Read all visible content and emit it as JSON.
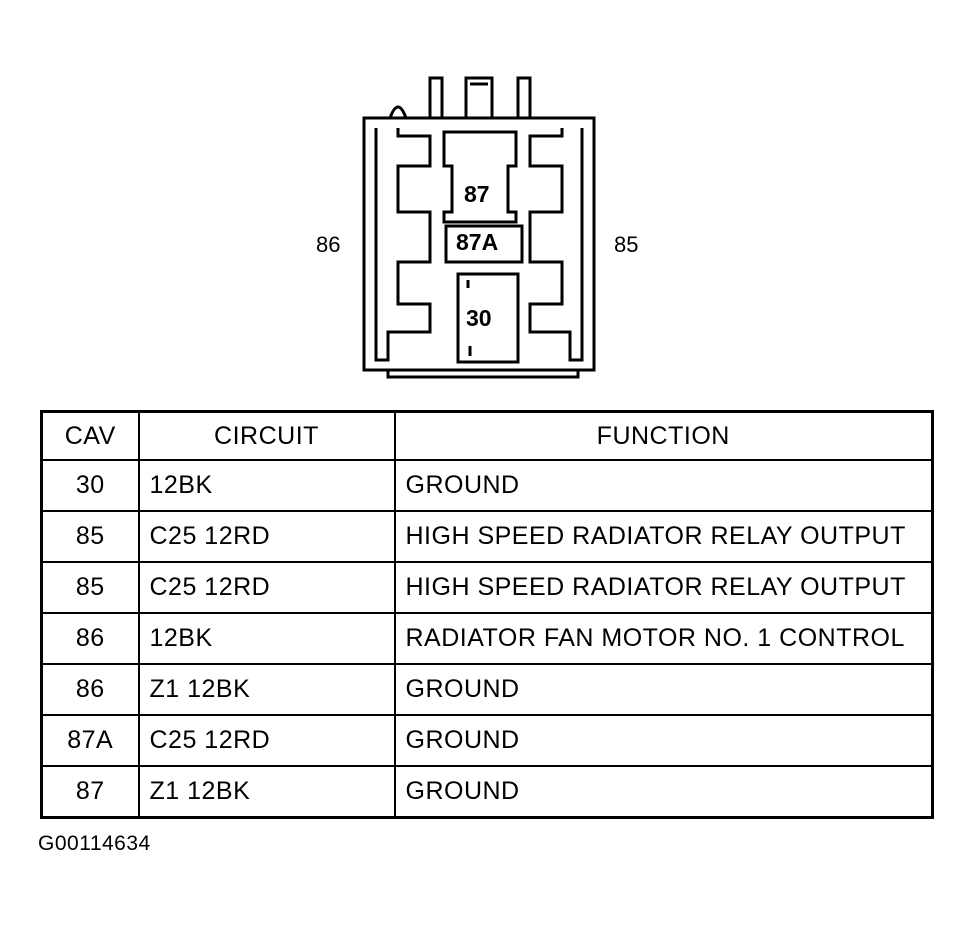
{
  "connector": {
    "left_label": "86",
    "right_label": "85",
    "cavities": [
      "87",
      "87A",
      "30"
    ]
  },
  "table": {
    "headers": [
      "CAV",
      "CIRCUIT",
      "FUNCTION"
    ],
    "rows": [
      {
        "cav": "30",
        "circuit": "12BK",
        "function": "GROUND"
      },
      {
        "cav": "85",
        "circuit": "C25 12RD",
        "function": "HIGH SPEED RADIATOR RELAY OUTPUT"
      },
      {
        "cav": "85",
        "circuit": "C25 12RD",
        "function": "HIGH SPEED RADIATOR RELAY OUTPUT"
      },
      {
        "cav": "86",
        "circuit": "12BK",
        "function": "RADIATOR FAN MOTOR NO. 1 CONTROL"
      },
      {
        "cav": "86",
        "circuit": "Z1 12BK",
        "function": "GROUND"
      },
      {
        "cav": "87A",
        "circuit": "C25 12RD",
        "function": "GROUND"
      },
      {
        "cav": "87",
        "circuit": "Z1 12BK",
        "function": "GROUND"
      }
    ]
  },
  "caption": "G00114634"
}
